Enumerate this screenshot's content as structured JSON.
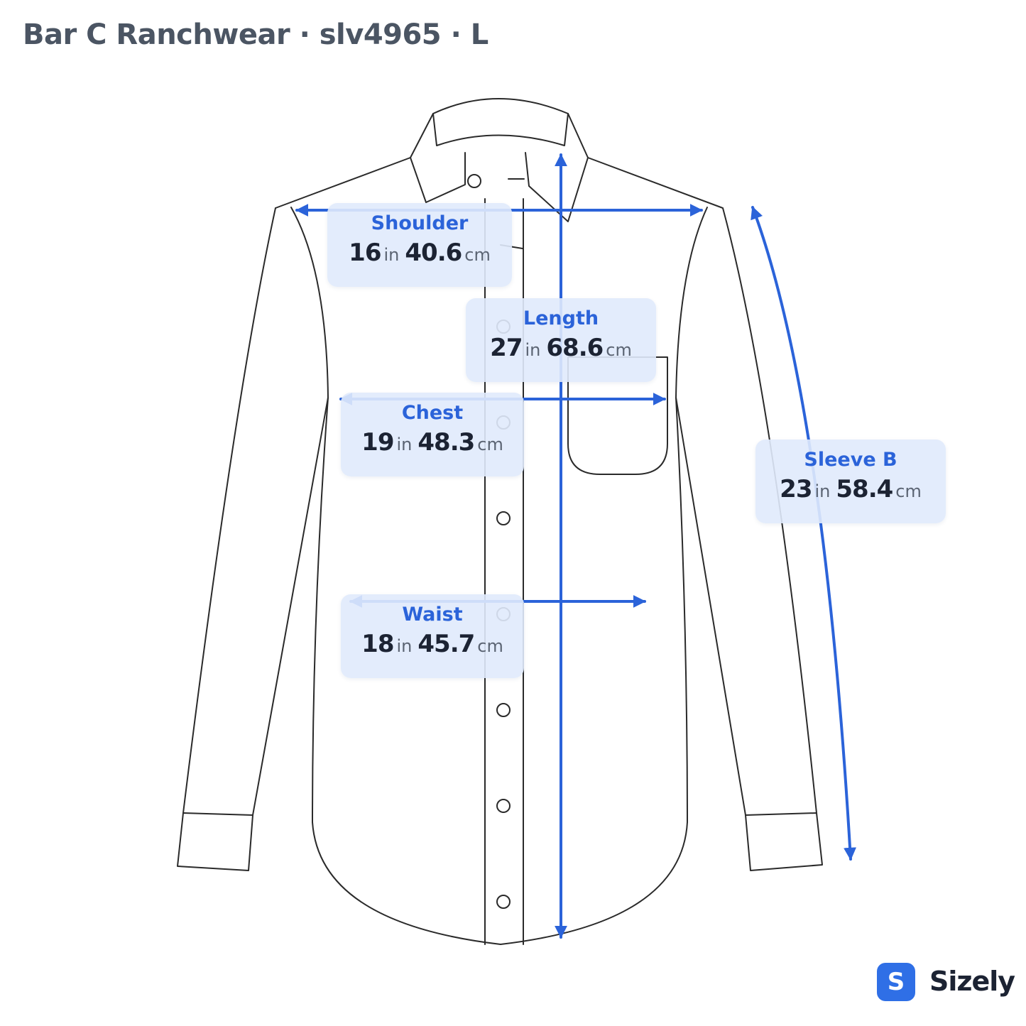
{
  "header": {
    "title": "Bar C Ranchwear · slv4965 · L"
  },
  "accent_color": "#2b63d9",
  "measurements": [
    {
      "name": "Shoulder",
      "in": "16",
      "cm": "40.6"
    },
    {
      "name": "Length",
      "in": "27",
      "cm": "68.6"
    },
    {
      "name": "Chest",
      "in": "19",
      "cm": "48.3"
    },
    {
      "name": "Sleeve B",
      "in": "23",
      "cm": "58.4"
    },
    {
      "name": "Waist",
      "in": "18",
      "cm": "45.7"
    }
  ],
  "units": {
    "inch": "in",
    "cm": "cm"
  },
  "brand": {
    "badge_letter": "S",
    "name": "Sizely"
  }
}
